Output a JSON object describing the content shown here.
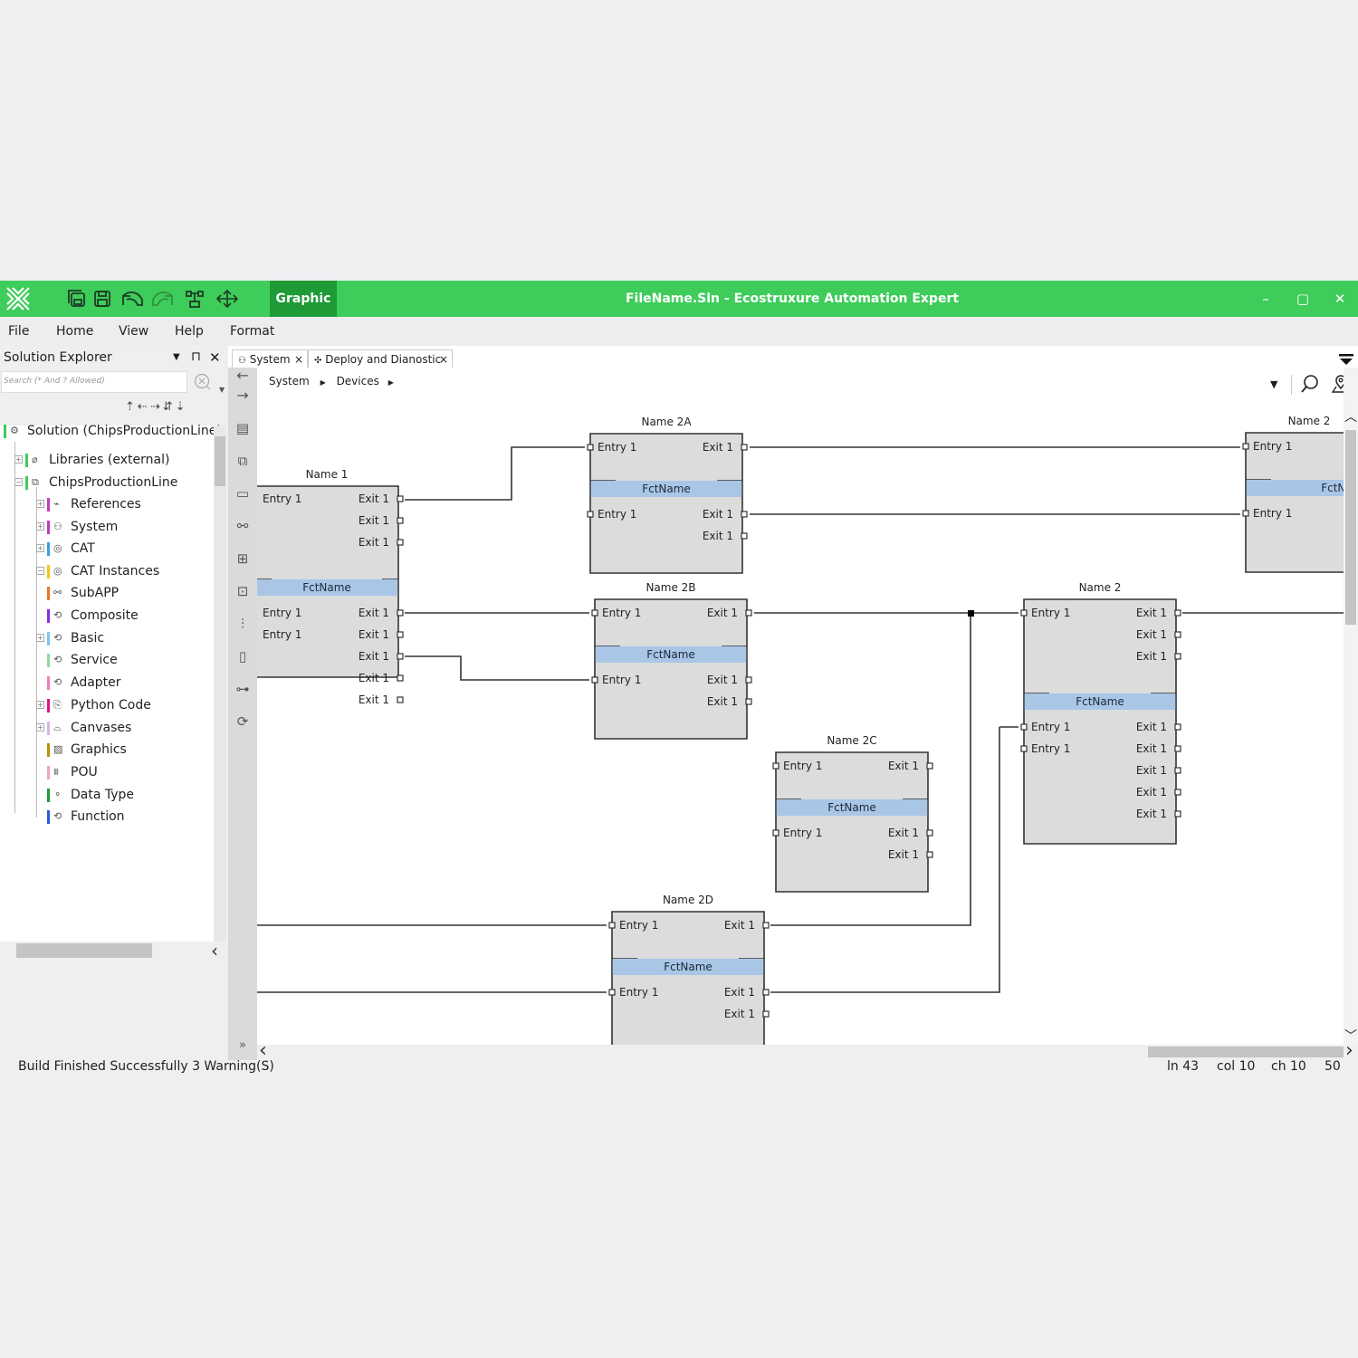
{
  "titlebar": {
    "app_title": "FileName.Sln - Ecostruxure Automation Expert",
    "active_tab": "Graphic",
    "quick_access": [
      "save-all-icon",
      "save-icon",
      "undo-icon",
      "redo-icon",
      "system-icon",
      "deploy-icon"
    ],
    "window_controls": {
      "minimize": "–",
      "maximize": "▢",
      "close": "✕"
    },
    "accent_color": "#3ecc5a",
    "active_tab_color": "#1e9a37"
  },
  "menubar": {
    "items": [
      "File",
      "Home",
      "View",
      "Help",
      "Format"
    ]
  },
  "explorer": {
    "title": "Solution Explorer",
    "search_placeholder": "Search (* And ? Allowed)",
    "toolbar_icons": [
      "collapse-up-icon",
      "move-left-icon",
      "move-right-icon",
      "expand-all-icon",
      "sort-down-icon"
    ],
    "tree": [
      {
        "label": "Solution (ChipsProductionLine)",
        "icon": "solution-icon",
        "color": "#3ecc5a",
        "level": 0
      },
      {
        "label": "Libraries (external)",
        "icon": "library-icon",
        "color": "#3ecc5a",
        "level": 1,
        "expander": "+"
      },
      {
        "label": "ChipsProductionLine",
        "icon": "project-icon",
        "color": "#3ecc5a",
        "level": 1,
        "expander": "-"
      },
      {
        "label": "References",
        "icon": "reference-icon",
        "color": "#c23bbf",
        "level": 2,
        "expander": "+"
      },
      {
        "label": "System",
        "icon": "system-icon",
        "color": "#c23bbf",
        "level": 2,
        "expander": "+"
      },
      {
        "label": "CAT",
        "icon": "cat-icon",
        "color": "#3a9de0",
        "level": 2,
        "expander": "+"
      },
      {
        "label": "CAT Instances",
        "icon": "cat-instance-icon",
        "color": "#f5c518",
        "level": 2,
        "expander": "-"
      },
      {
        "label": "SubAPP",
        "icon": "subapp-icon",
        "color": "#e87722",
        "level": 2
      },
      {
        "label": "Composite",
        "icon": "composite-icon",
        "color": "#8a2be2",
        "level": 2
      },
      {
        "label": "Basic",
        "icon": "basic-icon",
        "color": "#7cc6ee",
        "level": 2,
        "expander": "+"
      },
      {
        "label": "Service",
        "icon": "service-icon",
        "color": "#8fdc9a",
        "level": 2
      },
      {
        "label": "Adapter",
        "icon": "adapter-icon",
        "color": "#f07cc0",
        "level": 2
      },
      {
        "label": "Python Code",
        "icon": "python-icon",
        "color": "#e0128a",
        "level": 2,
        "expander": "+"
      },
      {
        "label": "Canvases",
        "icon": "canvas-icon",
        "color": "#d6b3ea",
        "level": 2,
        "expander": "+"
      },
      {
        "label": "Graphics",
        "icon": "graphics-icon",
        "color": "#b8900a",
        "level": 2
      },
      {
        "label": "POU",
        "icon": "pou-icon",
        "color": "#f0a3c6",
        "level": 2
      },
      {
        "label": "Data Type",
        "icon": "datatype-icon",
        "color": "#1f9a3a",
        "level": 2
      },
      {
        "label": "Function",
        "icon": "function-icon",
        "color": "#2a5bd7",
        "level": 2
      }
    ]
  },
  "vertical_toolbar": {
    "nav": [
      "back-arrow-icon",
      "forward-arrow-icon"
    ],
    "tools": [
      "properties-icon",
      "hierarchy-icon",
      "device-icon",
      "network-icon",
      "chip-icon",
      "mapping-icon",
      "parameters-icon",
      "script-icon",
      "connection-icon",
      "sync-icon"
    ],
    "expand": "»"
  },
  "doc_tabs": [
    {
      "label": "System",
      "icon": "system-icon",
      "close": "×"
    },
    {
      "label": "Deploy and Dianostic",
      "icon": "deploy-icon",
      "close": "×"
    }
  ],
  "breadcrumb": [
    "System",
    "Devices"
  ],
  "canvas_tools": [
    "dropdown-icon",
    "search-icon",
    "locate-icon",
    "filter-icon"
  ],
  "diagram": {
    "blocks": [
      {
        "id": "name1",
        "title": "Name 1",
        "fct": "FctName",
        "top_inputs": [
          "Entry 1"
        ],
        "top_outputs": [
          "Exit 1",
          "Exit 1",
          "Exit 1"
        ],
        "bottom_inputs": [
          "Entry 1",
          "Entry 1"
        ],
        "bottom_outputs": [
          "Exit 1",
          "Exit 1",
          "Exit 1",
          "Exit 1",
          "Exit 1"
        ]
      },
      {
        "id": "name2a",
        "title": "Name 2A",
        "fct": "FctName",
        "top_inputs": [
          "Entry 1"
        ],
        "top_outputs": [
          "Exit 1"
        ],
        "bottom_inputs": [
          "Entry 1"
        ],
        "bottom_outputs": [
          "Exit 1",
          "Exit 1"
        ]
      },
      {
        "id": "name2b",
        "title": "Name 2B",
        "fct": "FctName",
        "top_inputs": [
          "Entry 1"
        ],
        "top_outputs": [
          "Exit 1"
        ],
        "bottom_inputs": [
          "Entry 1"
        ],
        "bottom_outputs": [
          "Exit 1",
          "Exit 1"
        ]
      },
      {
        "id": "name2c",
        "title": "Name 2C",
        "fct": "FctName",
        "top_inputs": [
          "Entry 1"
        ],
        "top_outputs": [
          "Exit 1"
        ],
        "bottom_inputs": [
          "Entry 1"
        ],
        "bottom_outputs": [
          "Exit 1",
          "Exit 1"
        ]
      },
      {
        "id": "name2d",
        "title": "Name 2D",
        "fct": "FctName",
        "top_inputs": [
          "Entry 1"
        ],
        "top_outputs": [
          "Exit 1"
        ],
        "bottom_inputs": [
          "Entry 1"
        ],
        "bottom_outputs": [
          "Exit 1",
          "Exit 1"
        ]
      },
      {
        "id": "name2",
        "title": "Name 2",
        "fct": "FctName",
        "top_inputs": [
          "Entry 1"
        ],
        "top_outputs": [
          "Exit 1",
          "Exit 1",
          "Exit 1"
        ],
        "bottom_inputs": [
          "Entry 1",
          "Entry 1"
        ],
        "bottom_outputs": [
          "Exit 1",
          "Exit 1",
          "Exit 1",
          "Exit 1",
          "Exit 1"
        ]
      },
      {
        "id": "name2x",
        "title": "Name 2",
        "fct": "FctName",
        "top_inputs": [
          "Entry 1"
        ],
        "top_outputs": [],
        "bottom_inputs": [
          "Entry 1"
        ],
        "bottom_outputs": []
      }
    ],
    "colors": {
      "block_fill": "#dcdcdc",
      "fct_band": "#a9c6e6",
      "wire": "#333333"
    }
  },
  "statusbar": {
    "message": "Build Finished Successfully 3 Warning(S)",
    "line": "ln 43",
    "col": "col 10",
    "ch": "ch 10",
    "zoom": "50"
  }
}
